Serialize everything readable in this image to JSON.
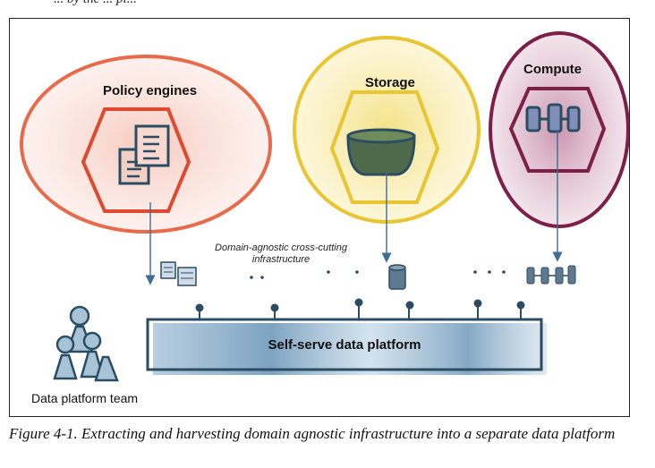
{
  "clipped_header_text": "... by the ... pl...",
  "diagram": {
    "nodes": {
      "policy": {
        "label": "Policy engines",
        "color": "#e86a4a",
        "icon": "documents-icon"
      },
      "storage": {
        "label": "Storage",
        "color": "#e8c531",
        "icon": "bucket-icon"
      },
      "compute": {
        "label": "Compute",
        "color": "#8a2550",
        "icon": "compute-chain-icon"
      }
    },
    "cross_cutting_label": "Domain-agnostic cross-cutting\ninfrastructure",
    "platform_label": "Self-serve data platform",
    "team_label": "Data platform team",
    "platform_color": "#4a7fa8"
  },
  "caption": "Figure 4-1. Extracting and harvesting domain agnostic infrastructure into a separate data platform"
}
